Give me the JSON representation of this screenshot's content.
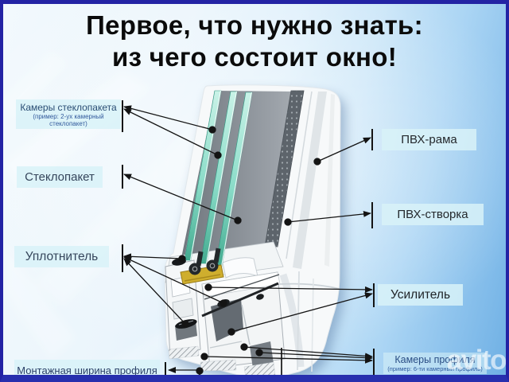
{
  "title": {
    "line1": "Первое, что нужно знать:",
    "line2": "из чего состоит окно!"
  },
  "labels": {
    "glass_chambers": {
      "text": "Камеры стеклопакета",
      "subtext": "(пример: 2-ух камерный стеклопакет)"
    },
    "glass_unit": {
      "text": "Стеклопакет"
    },
    "seal": {
      "text": "Уплотнитель"
    },
    "mount_width": {
      "text": "Монтажная ширина профиля"
    },
    "pvc_frame": {
      "text": "ПВХ-рама"
    },
    "pvc_sash": {
      "text": "ПВХ-створка"
    },
    "reinforcement": {
      "text": "Усилитель"
    },
    "profile_chambers": {
      "text": "Камеры профиля",
      "subtext": "(пример: 6-ти камерный профиль)"
    }
  },
  "watermark": "avito",
  "colors": {
    "border": "#2323a4",
    "label_bg": "#d8f2f8",
    "label_text_blue": "#2a4d74",
    "label_subtext_blue": "#31599c",
    "label_text_dark": "#24282c",
    "title_text": "#0b0b0b",
    "glass_teal": "#7fd6c0",
    "glass_teal_dark": "#3fa98e",
    "spacer_yellow": "#cfae2e",
    "seal_black": "#17191b",
    "profile_white": "#f4f6f7",
    "chamber_gray": "#6b7278",
    "arrow_black": "#141414"
  }
}
